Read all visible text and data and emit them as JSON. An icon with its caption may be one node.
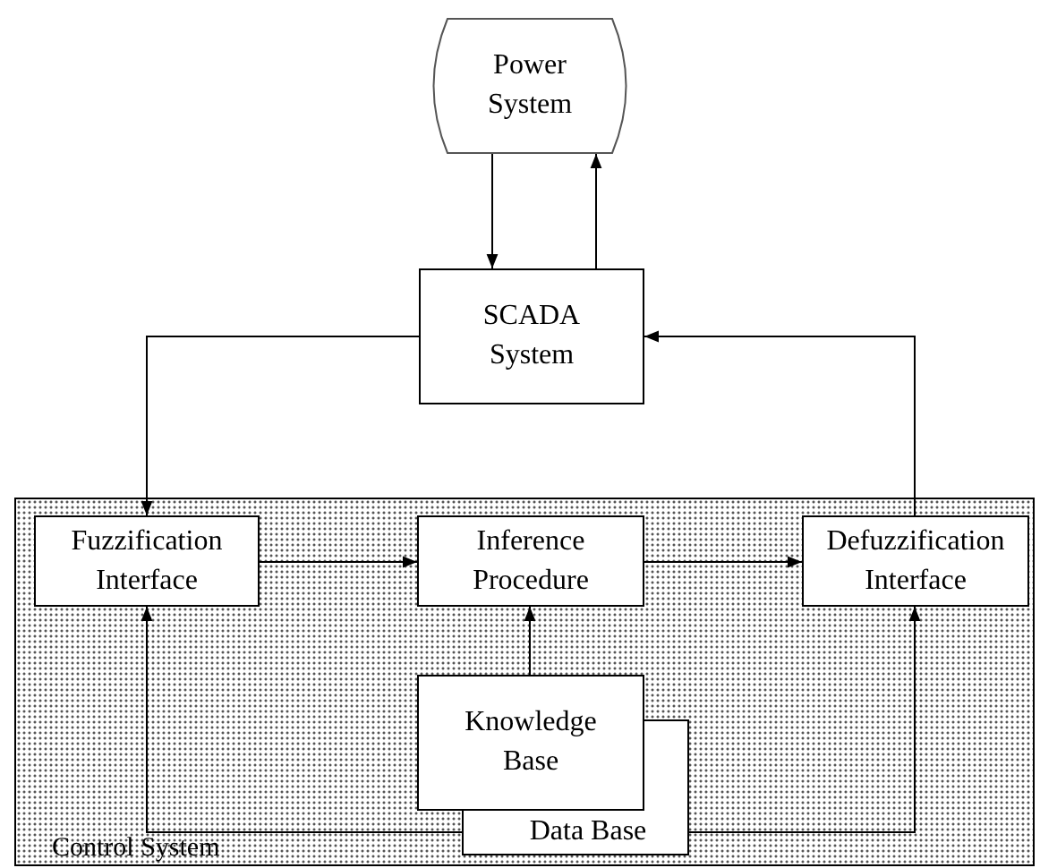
{
  "diagram": {
    "nodes": [
      {
        "text": [
          "Power System"
        ]
      },
      {
        "text": [
          "SCADA System"
        ]
      },
      {
        "text": [
          "Control System"
        ]
      },
      {
        "text": [
          "Fuzzification Interface"
        ],
        "in": 2
      },
      {
        "text": [
          "Inference Procedure"
        ],
        "in": 2
      },
      {
        "text": [
          "Defuzzification Interface"
        ],
        "in": 2
      },
      {
        "text": [
          "Knowledge Base"
        ],
        "in": 2
      },
      {
        "text": [
          "Data Base"
        ],
        "in": 2
      }
    ],
    "edges": [
      {
        "from": 0,
        "to": 1,
        "arrow": "to"
      },
      {
        "from": 1,
        "to": 0,
        "arrow": "to"
      },
      {
        "from": 1,
        "to": 3,
        "arrow": "to"
      },
      {
        "from": 5,
        "to": 1,
        "arrow": "to"
      },
      {
        "from": 3,
        "to": 4,
        "arrow": "to"
      },
      {
        "from": 4,
        "to": 5,
        "arrow": "to"
      },
      {
        "from": 6,
        "to": 4,
        "arrow": "to"
      },
      {
        "from": 7,
        "to": 3,
        "arrow": "to"
      },
      {
        "from": 7,
        "to": 5,
        "arrow": "to"
      }
    ]
  }
}
